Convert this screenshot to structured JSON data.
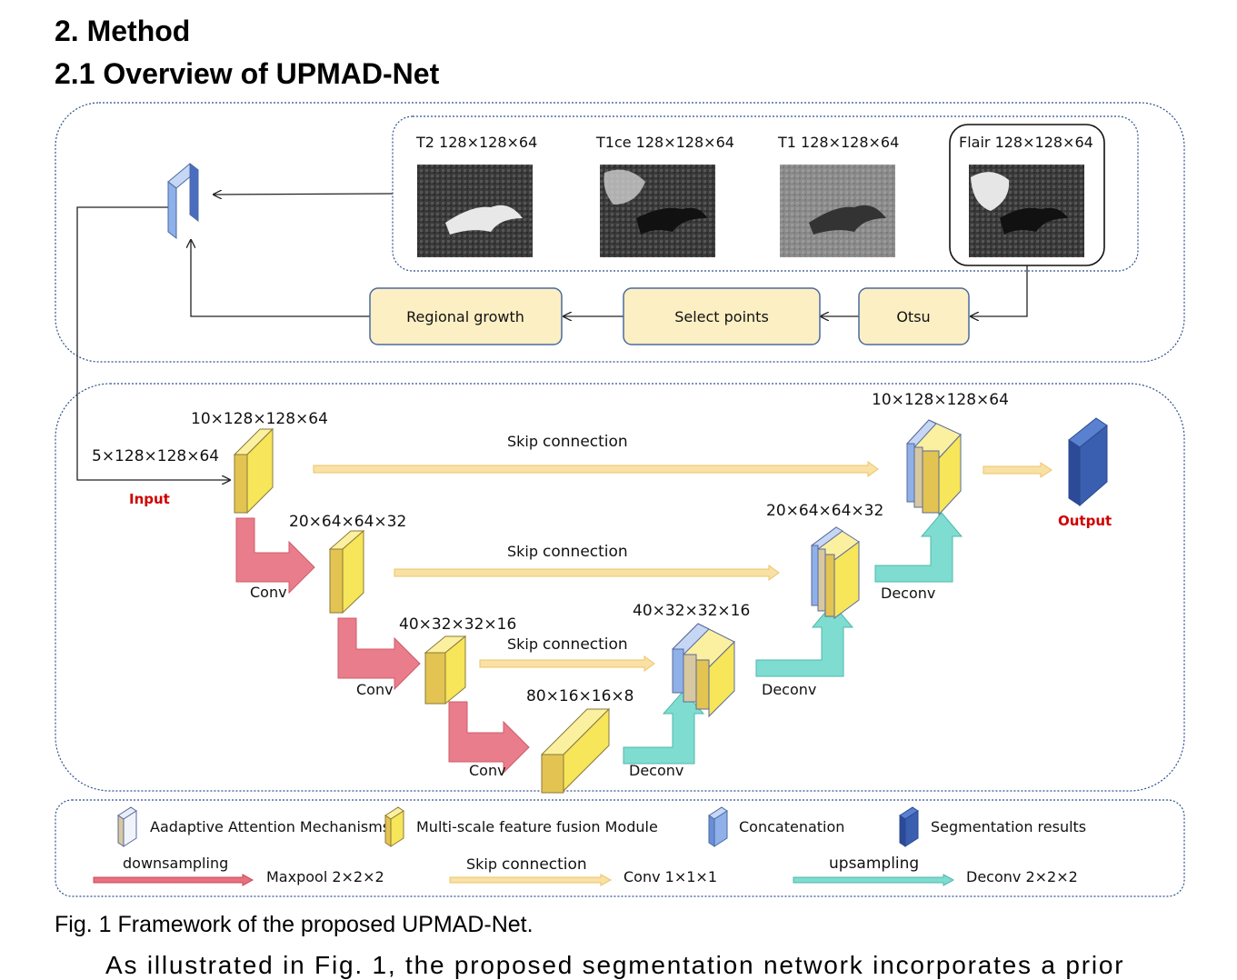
{
  "heading": "2.  Method",
  "subheading": "2.1 Overview of UPMAD-Net",
  "figure": {
    "modalities": [
      {
        "label": "T2 128×128×64"
      },
      {
        "label": "T1ce 128×128×64"
      },
      {
        "label": "T1 128×128×64"
      },
      {
        "label": "Flair 128×128×64"
      }
    ],
    "steps": {
      "regional_growth": "Regional growth",
      "select_points": "Select points",
      "otsu": "Otsu"
    },
    "dims": {
      "input_dim": "5×128×128×64",
      "enc1": "10×128×128×64",
      "enc2": "20×64×64×32",
      "enc3": "40×32×32×16",
      "bottleneck": "80×16×16×8",
      "dec3": "40×32×32×16",
      "dec2": "20×64×64×32",
      "dec1": "10×128×128×64"
    },
    "input_label": "Input",
    "output_label": "Output",
    "skip_small": "Skip",
    "skip_word": "connection",
    "conv_label": "Conv",
    "deconv_label": "Deconv",
    "legend": {
      "attention": "Aadaptive Attention Mechanisms",
      "msff": "Multi-scale feature fusion Module",
      "concat": "Concatenation",
      "seg": "Segmentation results",
      "downsampling": "downsampling",
      "maxpool": "Maxpool 2×2×2",
      "skip_small": "Skip",
      "skip_word": "connection",
      "conv111": "Conv 1×1×1",
      "upsampling": "upsampling",
      "deconv222": "Deconv 2×2×2"
    },
    "colors": {
      "yellow": "#f7e55a",
      "blue": "#8fb0e8",
      "dark_blue": "#3a5eb0",
      "box_fill": "#fdefc4",
      "box_stroke": "#4a6aa0",
      "down_arrow": "#e8707f",
      "up_arrow": "#7fdcd0",
      "skip_arrow": "#f9e1a6",
      "red_text": "#d00000"
    }
  },
  "caption": "Fig. 1 Framework of the proposed UPMAD-Net.",
  "paragraph": "As illustrated in Fig. 1, the proposed segmentation network incorporates a prior"
}
